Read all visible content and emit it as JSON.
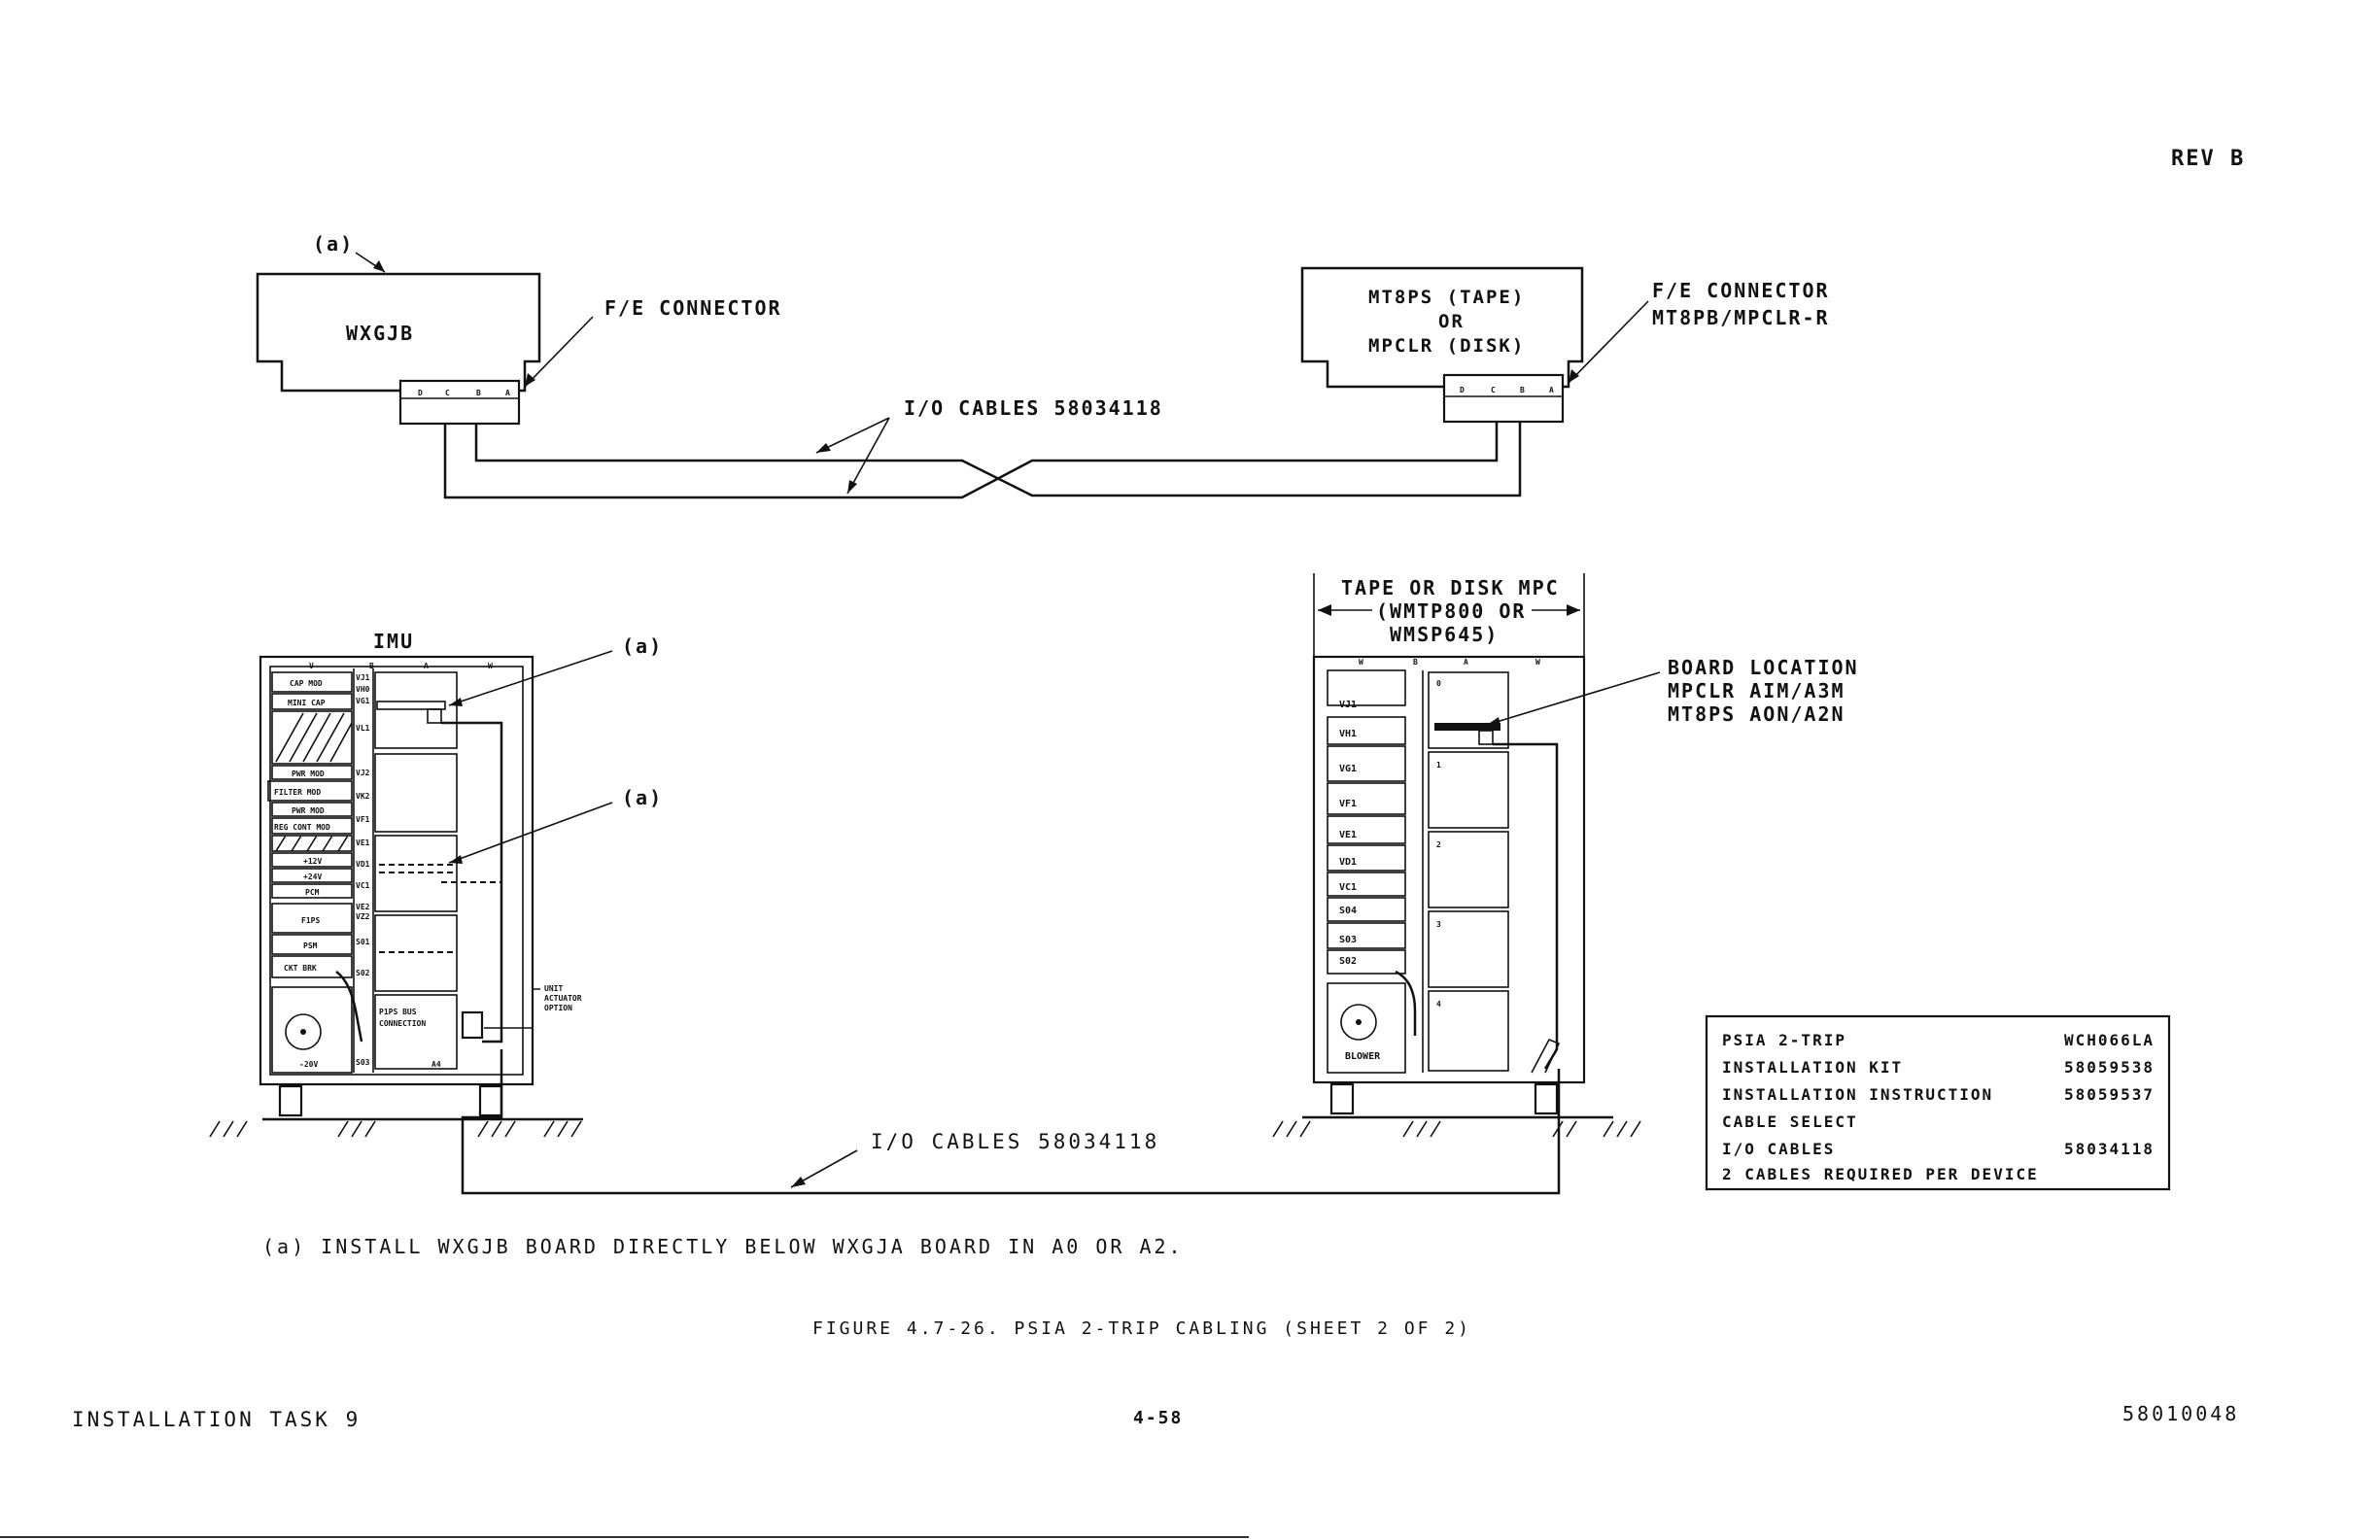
{
  "header": {
    "revision": "REV B"
  },
  "top_diagram": {
    "left_board": {
      "label": "WXGJB",
      "note_marker": "(a)",
      "pins": [
        "D",
        "C",
        "B",
        "A"
      ]
    },
    "left_connector_label": "F/E CONNECTOR",
    "right_device": {
      "line1": "MT8PS (TAPE)",
      "line2": "OR",
      "line3": "MPCLR (DISK)",
      "pins": [
        "D",
        "C",
        "B",
        "A"
      ]
    },
    "right_connector_label_1": "F/E CONNECTOR",
    "right_connector_label_2": "MT8PB/MPCLR-R",
    "cables_label": "I/O CABLES 58034118"
  },
  "bottom_diagram": {
    "imu": {
      "title": "IMU",
      "col_headers": [
        "V",
        "B",
        "A",
        "W"
      ],
      "left_modules": [
        "CAP MOD",
        "MINI CAP",
        "",
        "PWR MOD",
        "FILTER MOD",
        "PWR MOD",
        "REG CONT MOD",
        "",
        "+12V",
        "+24V",
        "PCM",
        "F1PS",
        "PSM",
        "CKT BRK",
        "-20V"
      ],
      "slot_labels": [
        "VJ1",
        "VH0",
        "VG1",
        "VL1",
        "VJ2",
        "VK2",
        "VF1",
        "VE1",
        "VD1",
        "VC1",
        "VE2",
        "VZ2",
        "S01",
        "S02",
        "S03"
      ],
      "annotation_a1": "(a)",
      "annotation_a2": "(a)",
      "cable_note": "P1PS BUS",
      "cable_note_2": "CONNECTION",
      "unit_actuator_1": "UNIT",
      "unit_actuator_2": "ACTUATOR",
      "unit_actuator_3": "OPTION",
      "slot_a4": "A4"
    },
    "mpc": {
      "title_1": "TAPE OR DISK MPC",
      "title_2": "(WMTP800 OR",
      "title_3": "WMSP645)",
      "col_headers": [
        "W",
        "B",
        "A",
        "W"
      ],
      "slot_labels": [
        "VJ1",
        "VH1",
        "VG1",
        "VF1",
        "VE1",
        "VD1",
        "VC1",
        "S04",
        "S03",
        "S02"
      ],
      "board_numbers": [
        "0",
        "1",
        "2",
        "3",
        "4"
      ],
      "blower": "BLOWER"
    },
    "board_location": {
      "line1": "BOARD LOCATION",
      "line2": "MPCLR AIM/A3M",
      "line3": "MT8PS AON/A2N"
    },
    "cables_label": "I/O CABLES 58034118"
  },
  "parts_table": {
    "rows": [
      {
        "item": "PSIA 2-TRIP",
        "part": "WCH066LA"
      },
      {
        "item": "INSTALLATION KIT",
        "part": "58059538"
      },
      {
        "item": "INSTALLATION INSTRUCTION",
        "part": "58059537"
      },
      {
        "item": "CABLE SELECT",
        "part": ""
      },
      {
        "item": "I/O CABLES",
        "part": "58034118"
      },
      {
        "item": "2 CABLES REQUIRED PER DEVICE",
        "part": ""
      }
    ]
  },
  "footnote": "(a) INSTALL WXGJB BOARD DIRECTLY BELOW WXGJA BOARD IN A0 OR A2.",
  "caption": "FIGURE 4.7-26.  PSIA 2-TRIP CABLING  (SHEET 2 OF 2)",
  "footer": {
    "left": "INSTALLATION TASK 9",
    "center": "4-58",
    "right": "58010048"
  }
}
